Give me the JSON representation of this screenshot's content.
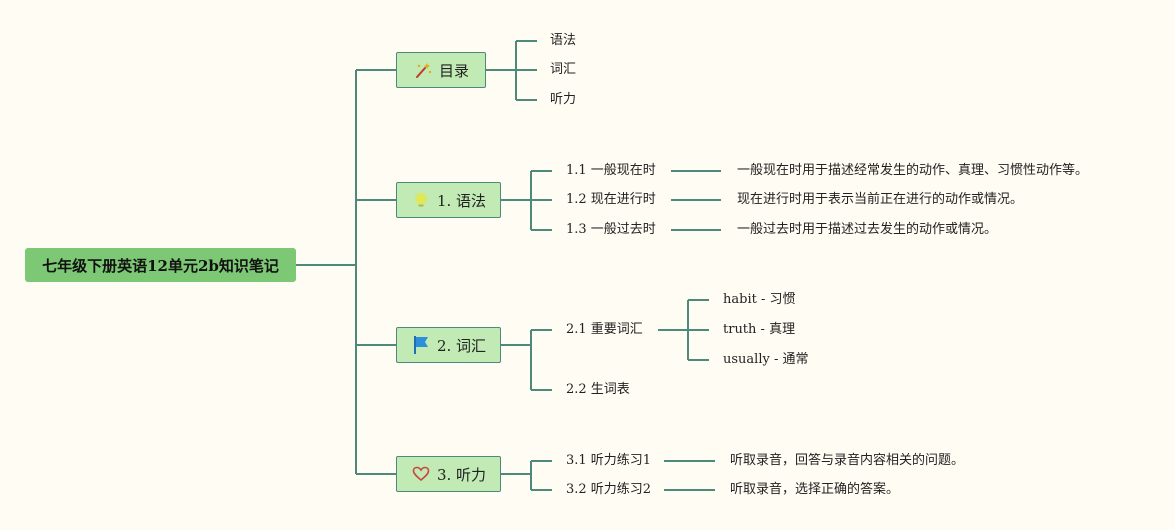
{
  "root": {
    "title": "七年级下册英语12单元2b知识笔记"
  },
  "toc": {
    "label": "目录",
    "icon": "magic-wand-icon",
    "items": [
      "语法",
      "词汇",
      "听力"
    ]
  },
  "grammar": {
    "label": "1. 语法",
    "icon": "lightbulb-icon",
    "items": [
      {
        "label": "1.1 一般现在时",
        "desc": "一般现在时用于描述经常发生的动作、真理、习惯性动作等。"
      },
      {
        "label": "1.2 现在进行时",
        "desc": "现在进行时用于表示当前正在进行的动作或情况。"
      },
      {
        "label": "1.3 一般过去时",
        "desc": "一般过去时用于描述过去发生的动作或情况。"
      }
    ]
  },
  "vocab": {
    "label": "2. 词汇",
    "icon": "flag-icon",
    "important": {
      "label": "2.1 重要词汇",
      "words": [
        "habit - 习惯",
        "truth - 真理",
        "usually - 通常"
      ]
    },
    "new_words": {
      "label": "2.2 生词表"
    }
  },
  "listening": {
    "label": "3. 听力",
    "icon": "heart-icon",
    "items": [
      {
        "label": "3.1 听力练习1",
        "desc": "听取录音，回答与录音内容相关的问题。"
      },
      {
        "label": "3.2 听力练习2",
        "desc": "听取录音，选择正确的答案。"
      }
    ]
  },
  "colors": {
    "root_fill": "#7dc874",
    "branch_fill": "#c1eab5",
    "line": "#4e8a7c",
    "background": "#fffcf3"
  }
}
